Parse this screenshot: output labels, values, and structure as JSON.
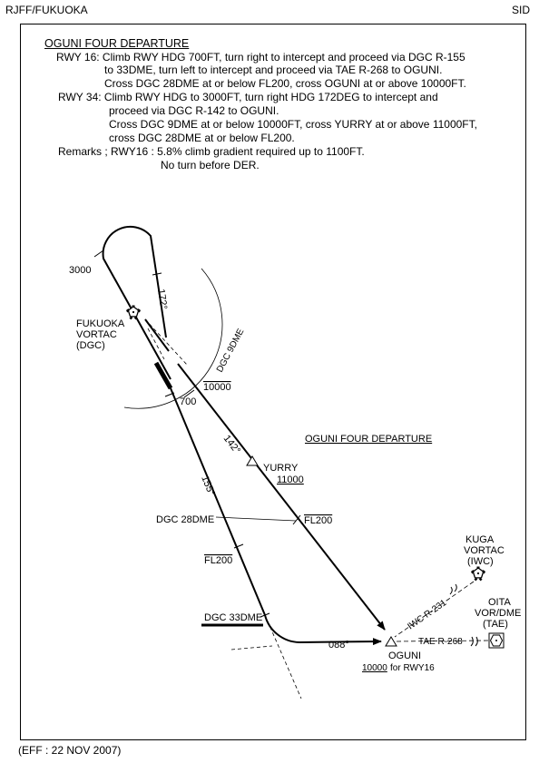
{
  "header": {
    "airport": "RJFF/FUKUOKA",
    "type": "SID"
  },
  "procedure": {
    "title": "OGUNI FOUR DEPARTURE",
    "lines": [
      "RWY 16: Climb RWY HDG 700FT, turn right to intercept and proceed via DGC R-155",
      "to 33DME, turn left to intercept and proceed via TAE R-268 to OGUNI.",
      "Cross DGC 28DME at or below FL200, cross OGUNI at or above 10000FT.",
      "RWY 34: Climb RWY HDG to 3000FT, turn right HDG 172DEG to intercept and",
      "proceed via DGC R-142 to OGUNI.",
      "Cross DGC 9DME at or below 10000FT, cross YURRY at or above 11000FT,",
      "cross DGC 28DME at or below FL200.",
      "Remarks ; RWY16 : 5.8% climb gradient required up to 1100FT.",
      "No turn before DER."
    ]
  },
  "chart": {
    "alt_3000": "3000",
    "hdg_172": "172°",
    "fukuoka_vortac": [
      "FUKUOKA",
      "VORTAC",
      "(DGC)"
    ],
    "dgc_9dme": "DGC 9DME",
    "alt_10000_at_or_below": "10000",
    "alt_700": "700",
    "radial_142": "142°",
    "radial_155": "155°",
    "chart_title": "OGUNI FOUR DEPARTURE",
    "yurry": {
      "name": "YURRY",
      "alt": "11000"
    },
    "dgc_28dme": "DGC 28DME",
    "fl200_right": "FL200",
    "fl200_left": "FL200",
    "dgc_33dme": "DGC 33DME",
    "hdg_088": "088°",
    "oguni": {
      "name": "OGUNI",
      "alt": "10000",
      "alt_note": "for RWY16"
    },
    "kuga_vortac": [
      "KUGA",
      "VORTAC",
      "(IWC)"
    ],
    "iwc_radial": "IWC R-231",
    "oita_vordme": [
      "OITA",
      "VOR/DME",
      "(TAE)"
    ],
    "tae_radial": "TAE R-268"
  },
  "footer": {
    "effective": "(EFF : 22 NOV 2007)"
  }
}
